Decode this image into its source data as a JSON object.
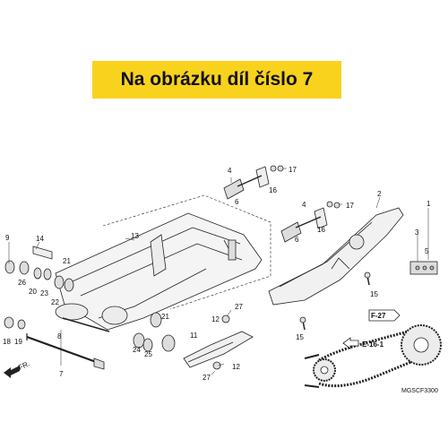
{
  "banner": {
    "text": "Na obrázku díl číslo 7",
    "color": "#f9d21e"
  },
  "diagram_code": "MGSCF3300",
  "references": {
    "f27": "F-27",
    "e161": "E-16-1"
  },
  "front_arrow_label": "FR.",
  "parts": {
    "p1": "1",
    "p2": "2",
    "p3": "3",
    "p4a": "4",
    "p4b": "4",
    "p5": "5",
    "p6a": "6",
    "p6b": "6",
    "p7": "7",
    "p8": "8",
    "p9": "9",
    "p11": "11",
    "p12": "12",
    "p12b": "12",
    "p13": "13",
    "p14": "14",
    "p15a": "15",
    "p15b": "15",
    "p16a": "16",
    "p16b": "16",
    "p17a": "17",
    "p17b": "17",
    "p18": "18",
    "p19": "19",
    "p20": "20",
    "p21a": "21",
    "p21b": "21",
    "p22": "22",
    "p23": "23",
    "p24": "24",
    "p25": "25",
    "p26": "26",
    "p27a": "27",
    "p27b": "27"
  }
}
